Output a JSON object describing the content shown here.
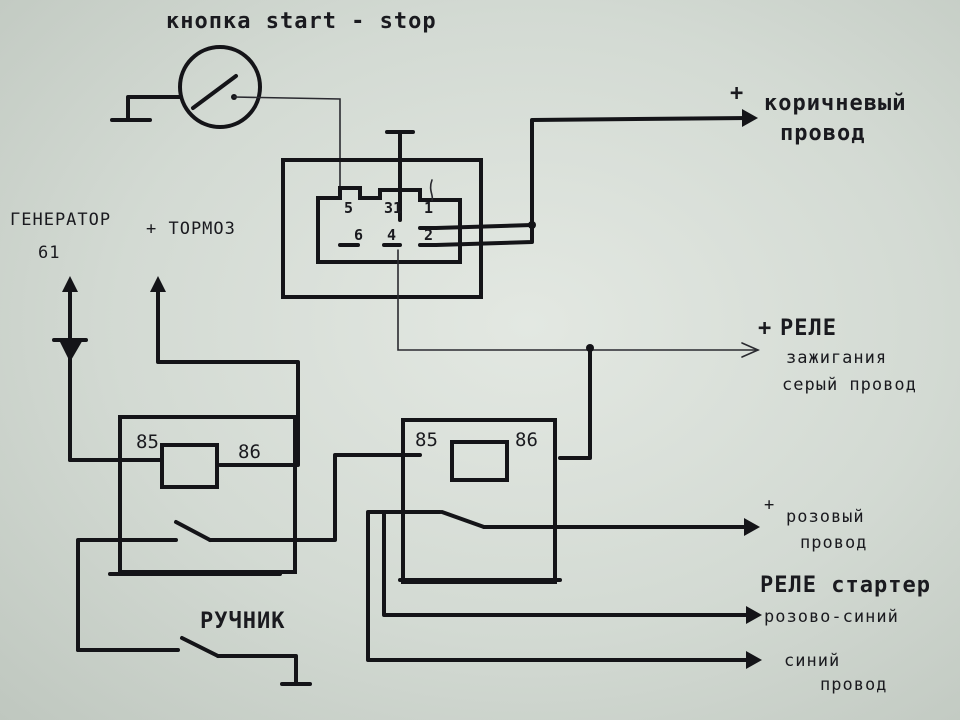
{
  "title": "кнопка start - stop",
  "button_pins": {
    "p5": "5",
    "p31": "31",
    "p1": "1",
    "p6": "6",
    "p4": "4",
    "p2": "2"
  },
  "relay_left": {
    "pin85": "85",
    "pin86": "86"
  },
  "relay_right": {
    "pin85": "85",
    "pin86": "86"
  },
  "labels": {
    "brown_plus": "+",
    "brown_1": "коричневый",
    "brown_2": "провод",
    "generator": "ГЕНЕРАТОР",
    "generator_61": "61",
    "brake": "+ ТОРМОЗ",
    "ign_plus": "+",
    "ign_1": "РЕЛЕ",
    "ign_2": "зажигания",
    "ign_3": "серый провод",
    "pink_plus": "+",
    "pink_1": "розовый",
    "pink_2": "провод",
    "starter_1": "РЕЛЕ стартер",
    "starter_2": "розово-синий",
    "blue_1": "синий",
    "blue_2": "провод",
    "handbrake": "РУЧНИК"
  },
  "colors": {
    "ink": "#141418",
    "paper": "#dfe4de"
  }
}
